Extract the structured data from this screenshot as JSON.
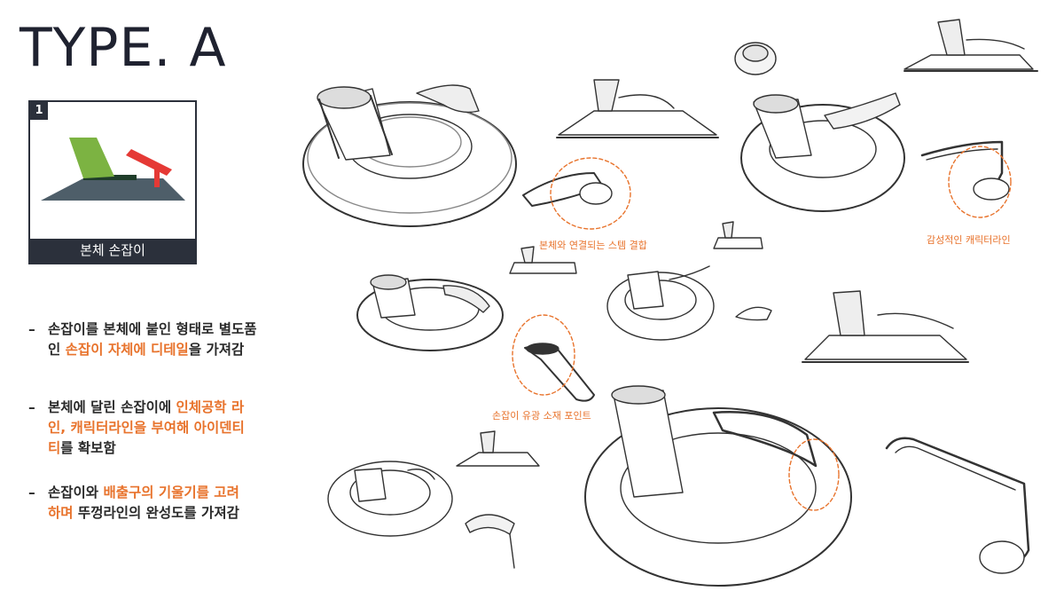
{
  "title": "TYPE. A",
  "card": {
    "number": "1",
    "caption": "본체 손잡이",
    "colors": {
      "body": "#4e5e69",
      "handle_green": "#7cb342",
      "handle_red": "#e53935"
    }
  },
  "bullets": [
    {
      "dash": "–",
      "lines": [
        [
          {
            "text": "손잡이를 본체에 붙인 형태로 별도품",
            "highlight": false
          }
        ],
        [
          {
            "text": "인 ",
            "highlight": false
          },
          {
            "text": "손잡이 자체에 디테일",
            "highlight": true
          },
          {
            "text": "을 가져감",
            "highlight": false
          }
        ]
      ]
    },
    {
      "dash": "–",
      "lines": [
        [
          {
            "text": "본체에 달린 손잡이에 ",
            "highlight": false
          },
          {
            "text": "인체공학 라",
            "highlight": true
          }
        ],
        [
          {
            "text": "인, 캐릭터라인을 부여해 아이덴티",
            "highlight": true
          }
        ],
        [
          {
            "text": "티",
            "highlight": true
          },
          {
            "text": "를 확보함",
            "highlight": false
          }
        ]
      ]
    },
    {
      "dash": "–",
      "lines": [
        [
          {
            "text": "손잡이와 ",
            "highlight": false
          },
          {
            "text": "배출구의 기울기를 고려",
            "highlight": true
          }
        ],
        [
          {
            "text": "하며",
            "highlight": true
          },
          {
            "text": " 뚜껑라인의 완성도를 가져감",
            "highlight": false
          }
        ]
      ]
    }
  ],
  "callouts": {
    "stem_joint": "본체와 연결되는 스템 결합",
    "character_line": "감성적인 캐릭터라인",
    "gloss_point": "손잡이 유광 소재 포인트"
  },
  "accent_color": "#e8732c",
  "dark_color": "#2b303b"
}
